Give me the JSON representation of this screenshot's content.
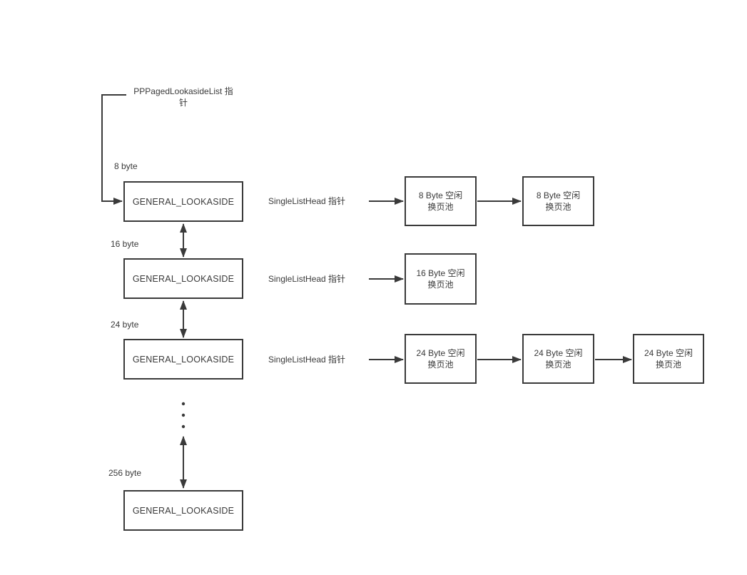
{
  "diagram": {
    "colors": {
      "line": "#3a3a3a",
      "text": "#3a3a3a",
      "background": "#ffffff"
    },
    "root_pointer": {
      "lines": [
        "PPPagedLookasideList 指",
        "针"
      ]
    },
    "rows": [
      {
        "size_label": "8 byte",
        "lookaside_label": "GENERAL_LOOKASIDE",
        "pointer_label": "SingleListHead 指针",
        "pools": [
          {
            "lines": [
              "8 Byte 空闲",
              "换页池"
            ]
          },
          {
            "lines": [
              "8 Byte 空闲",
              "换页池"
            ]
          }
        ]
      },
      {
        "size_label": "16 byte",
        "lookaside_label": "GENERAL_LOOKASIDE",
        "pointer_label": "SingleListHead 指针",
        "pools": [
          {
            "lines": [
              "16 Byte 空闲",
              "换页池"
            ]
          }
        ]
      },
      {
        "size_label": "24 byte",
        "lookaside_label": "GENERAL_LOOKASIDE",
        "pointer_label": "SingleListHead 指针",
        "pools": [
          {
            "lines": [
              "24 Byte 空闲",
              "换页池"
            ]
          },
          {
            "lines": [
              "24 Byte 空闲",
              "换页池"
            ]
          },
          {
            "lines": [
              "24 Byte 空闲",
              "换页池"
            ]
          }
        ]
      },
      {
        "size_label": "256 byte",
        "lookaside_label": "GENERAL_LOOKASIDE",
        "pointer_label": "",
        "pools": []
      }
    ]
  }
}
